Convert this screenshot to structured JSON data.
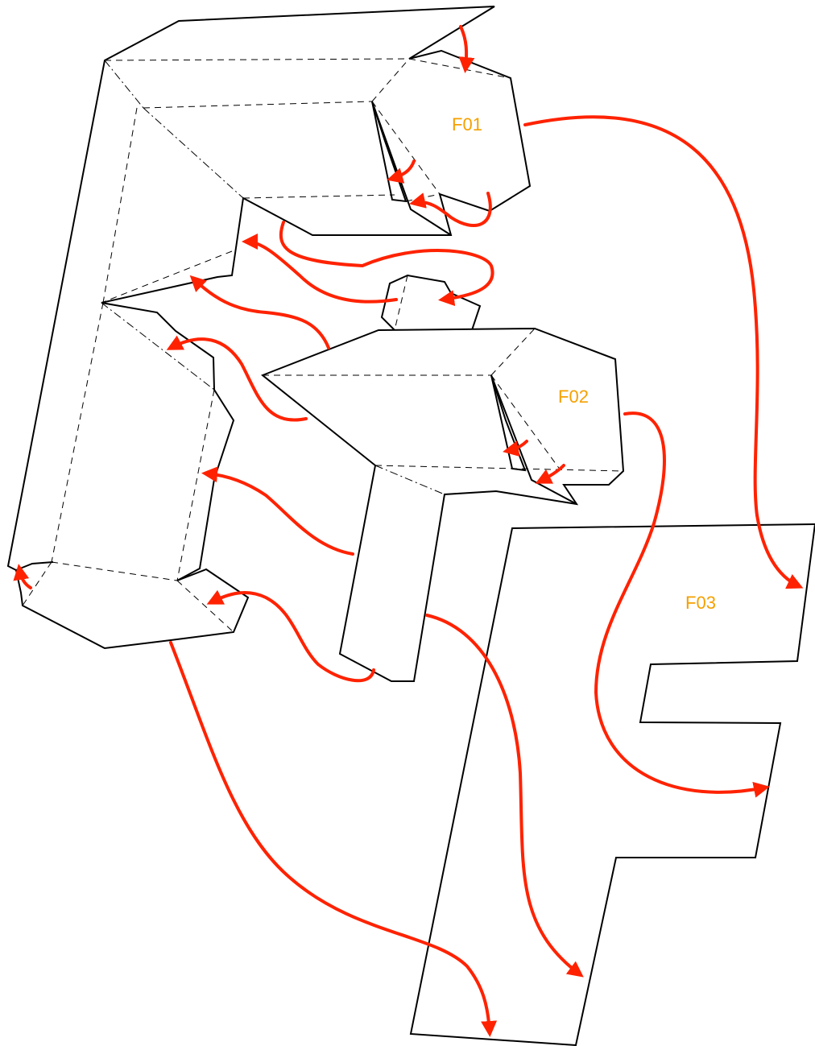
{
  "diagram": {
    "labels": {
      "f01": "F01",
      "f02": "F02",
      "f03": "F03"
    },
    "colors": {
      "arrow": "#ff2200",
      "label": "#f5a000",
      "line": "#000000"
    }
  }
}
